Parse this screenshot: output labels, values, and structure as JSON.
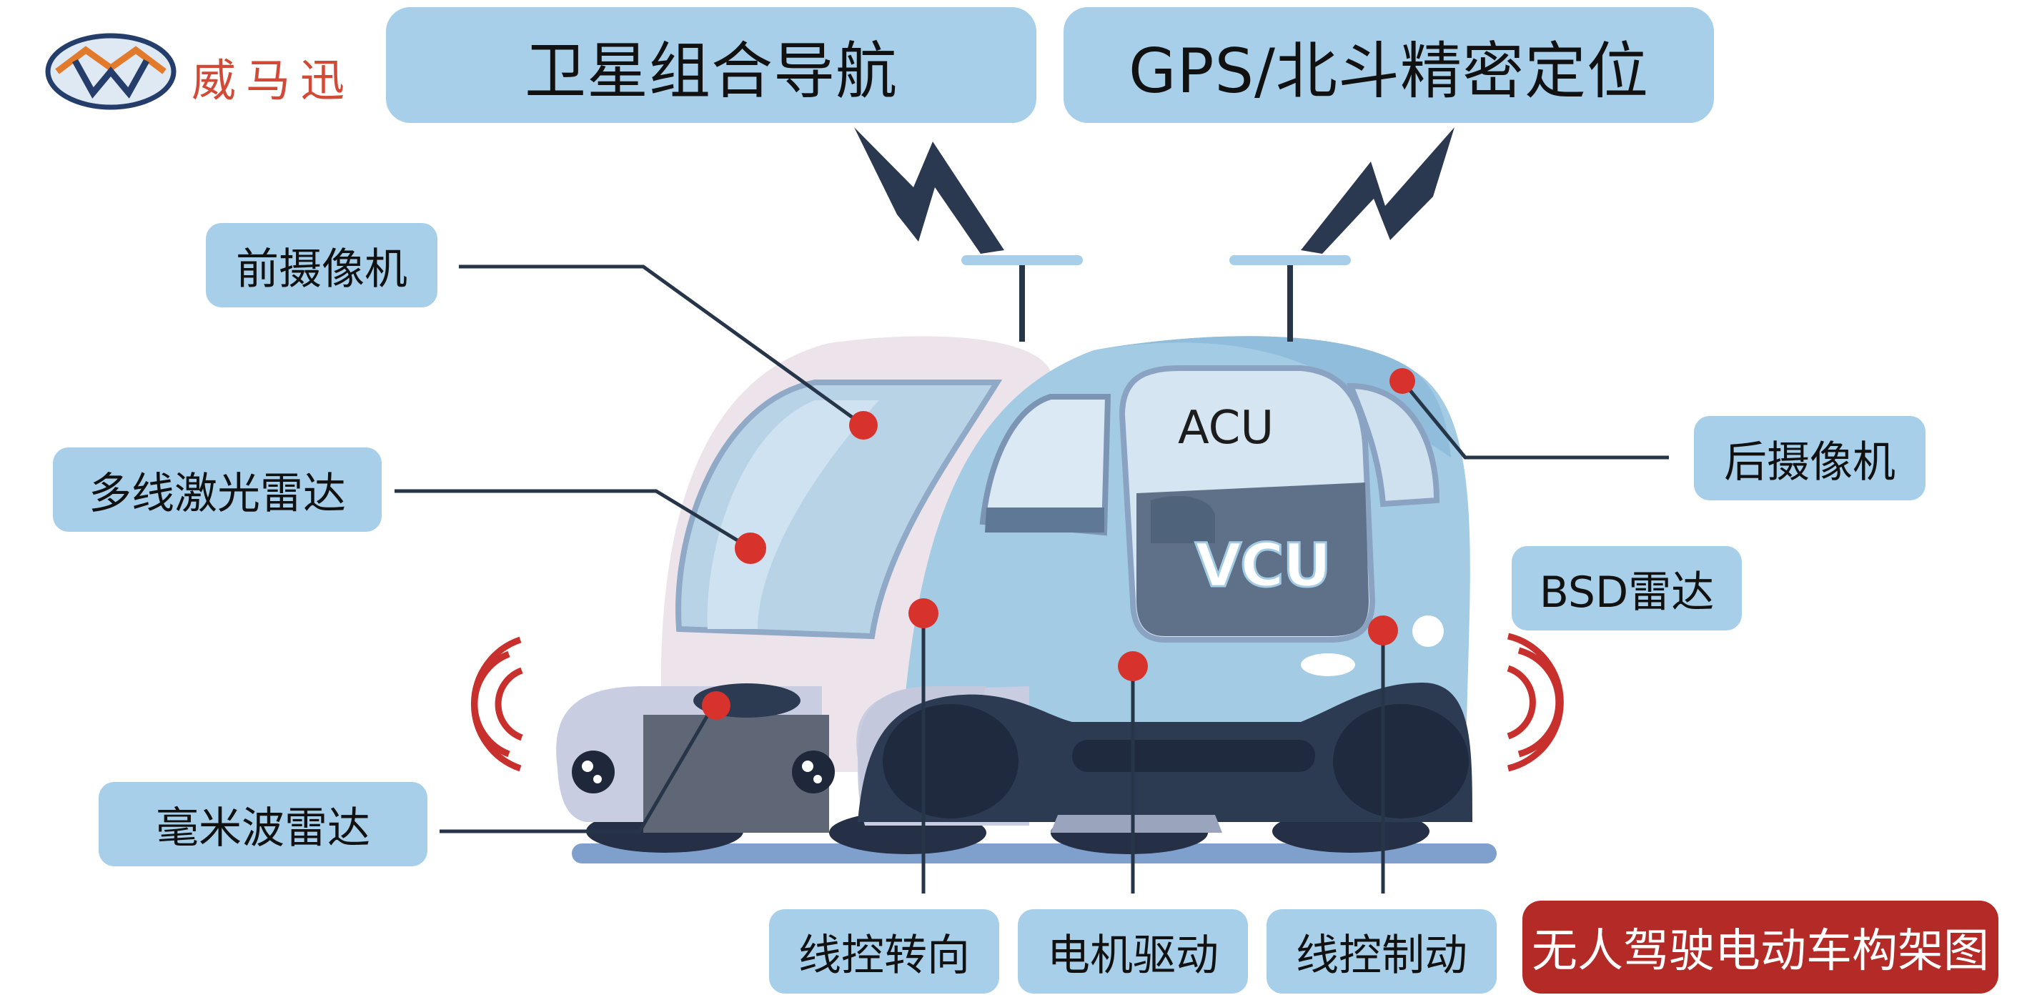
{
  "logo": {
    "text": "威马迅"
  },
  "top_labels": {
    "nav": "卫星组合导航",
    "gps": "GPS/北斗精密定位"
  },
  "left_labels": {
    "front_camera": "前摄像机",
    "lidar": "多线激光雷达",
    "mm_radar": "毫米波雷达"
  },
  "right_labels": {
    "rear_camera": "后摄像机",
    "bsd_radar": "BSD雷达"
  },
  "bottom_labels": {
    "steering": "线控转向",
    "motor": "电机驱动",
    "brake": "线控制动"
  },
  "car_text": {
    "acu": "ACU",
    "vcu": "VCU"
  },
  "title": "无人驾驶电动车构架图",
  "colors": {
    "label_bg": "#a7cfe9",
    "title_bg": "#b42a27",
    "sensor_dot": "#d8322c",
    "line": "#263548",
    "car_body_blue": "#a3cbe4",
    "car_body_white": "#ece4ea",
    "car_dark": "#2c3a52"
  }
}
